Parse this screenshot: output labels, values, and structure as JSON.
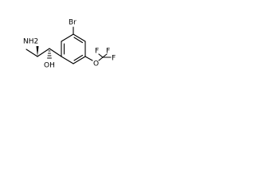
{
  "molecule": {
    "atom_labels": {
      "bromine": "Br",
      "amine": "NH2",
      "hydroxyl": "OH",
      "ether_oxygen": "O",
      "fluorine_top_left": "F",
      "fluorine_top_right": "F",
      "fluorine_right": "F"
    }
  }
}
